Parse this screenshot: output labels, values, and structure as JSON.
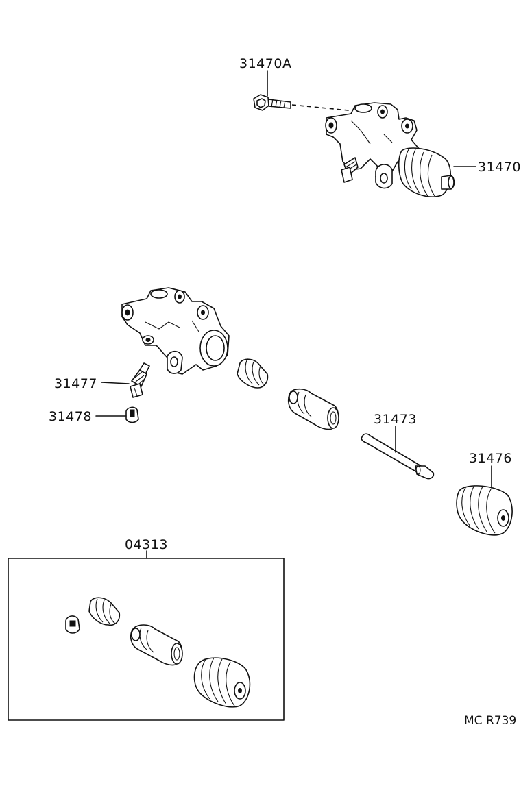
{
  "labels": {
    "bolt_31470A": "31470A",
    "cylinder_assy_31470": "31470",
    "bleeder_plug_31477": "31477",
    "bleeder_cap_31478": "31478",
    "push_rod_31473": "31473",
    "boot_31476": "31476",
    "repair_kit_04313": "04313"
  },
  "drawing_code": "MC R739"
}
